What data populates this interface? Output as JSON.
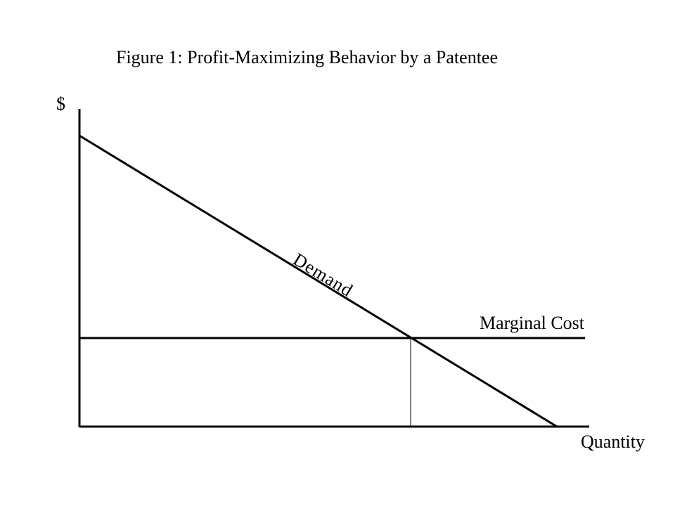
{
  "title": "Figure 1:  Profit-Maximizing Behavior by a Patentee",
  "y_axis_label": "$",
  "x_axis_label": "Quantity",
  "demand_label": "Demand",
  "marginal_cost_label": "Marginal Cost"
}
